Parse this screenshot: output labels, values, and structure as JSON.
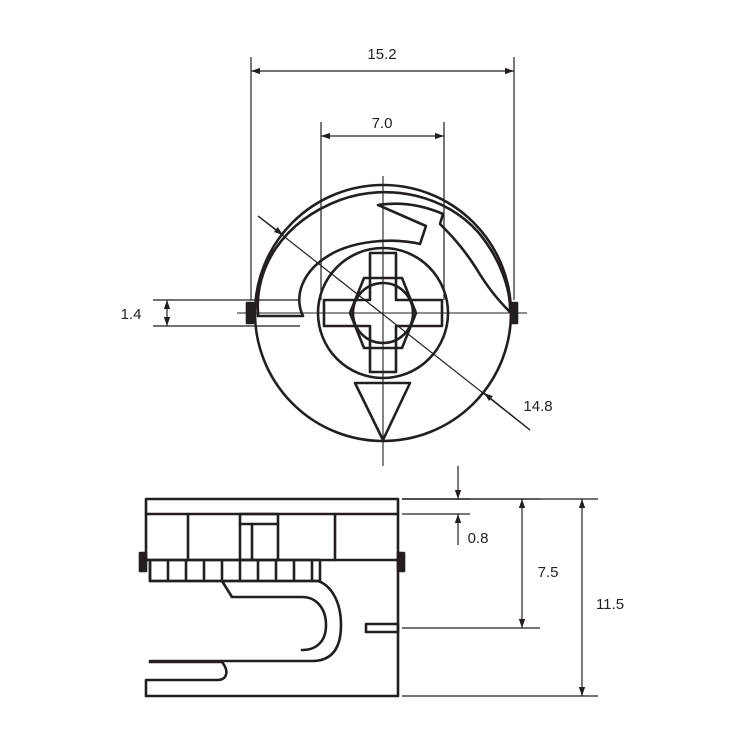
{
  "dimensions": {
    "overall_width": "15.2",
    "hex_width": "7.0",
    "slot_height": "1.4",
    "diameter": "14.8",
    "top_offset": "0.8",
    "mid_height": "7.5",
    "total_height": "11.5"
  },
  "colors": {
    "line": "#231f20",
    "background": "#ffffff"
  }
}
